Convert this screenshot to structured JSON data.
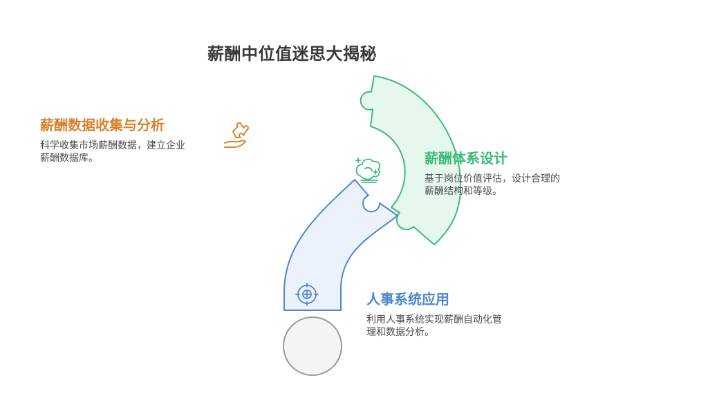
{
  "title": "薪酬中位值迷思大揭秘",
  "sections": {
    "collect": {
      "heading": "薪酬数据收集与分析",
      "desc": "科学收集市场薪酬数据，建立企业薪酬数据库。",
      "color": "#d9822b",
      "icon": "puzzle-hand-icon"
    },
    "design": {
      "heading": "薪酬体系设计",
      "desc": "基于岗位价值评估，设计合理的薪酬结构和等级。",
      "color": "#3dbb7a",
      "icon": "brain-sparkle-icon"
    },
    "hr": {
      "heading": "人事系统应用",
      "desc": "利用人事系统实现薪酬自动化管理和数据分析。",
      "color": "#4e86d0",
      "icon": "target-icon"
    }
  },
  "colors": {
    "green_fill": "#e6f8ee",
    "green_stroke": "#3dbb7a",
    "blue_fill": "#ebf2fc",
    "blue_stroke": "#4e86d0",
    "gray_fill": "#f4f4f4",
    "gray_stroke": "#9a9a9a"
  }
}
